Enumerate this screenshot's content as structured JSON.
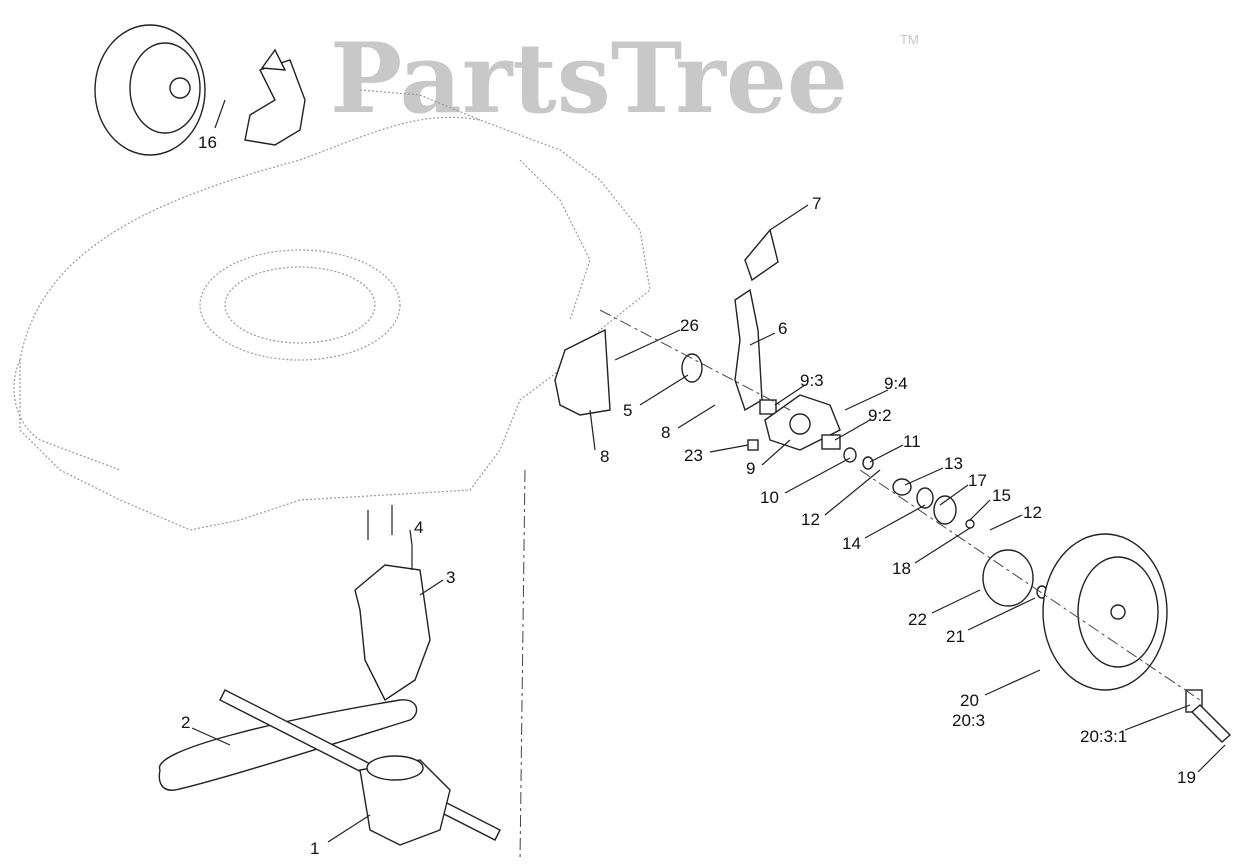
{
  "watermark": {
    "text": "PartsTree",
    "trademark": "TM"
  },
  "callouts": [
    {
      "id": "c16",
      "label": "16"
    },
    {
      "id": "c7",
      "label": "7"
    },
    {
      "id": "c26",
      "label": "26"
    },
    {
      "id": "c6",
      "label": "6"
    },
    {
      "id": "c9_3",
      "label": "9:3"
    },
    {
      "id": "c9_4",
      "label": "9:4"
    },
    {
      "id": "c5",
      "label": "5"
    },
    {
      "id": "c8a",
      "label": "8"
    },
    {
      "id": "c9_2",
      "label": "9:2"
    },
    {
      "id": "c11",
      "label": "11"
    },
    {
      "id": "c23",
      "label": "23"
    },
    {
      "id": "c8b",
      "label": "8"
    },
    {
      "id": "c9",
      "label": "9"
    },
    {
      "id": "c13",
      "label": "13"
    },
    {
      "id": "c10",
      "label": "10"
    },
    {
      "id": "c17",
      "label": "17"
    },
    {
      "id": "c15",
      "label": "15"
    },
    {
      "id": "c12a",
      "label": "12"
    },
    {
      "id": "c12b",
      "label": "12"
    },
    {
      "id": "c14",
      "label": "14"
    },
    {
      "id": "c18",
      "label": "18"
    },
    {
      "id": "c4",
      "label": "4"
    },
    {
      "id": "c3",
      "label": "3"
    },
    {
      "id": "c22",
      "label": "22"
    },
    {
      "id": "c21",
      "label": "21"
    },
    {
      "id": "c20",
      "label": "20"
    },
    {
      "id": "c20_3",
      "label": "20:3"
    },
    {
      "id": "c20_3_1",
      "label": "20:3:1"
    },
    {
      "id": "c19",
      "label": "19"
    },
    {
      "id": "c2",
      "label": "2"
    },
    {
      "id": "c1",
      "label": "1"
    }
  ]
}
